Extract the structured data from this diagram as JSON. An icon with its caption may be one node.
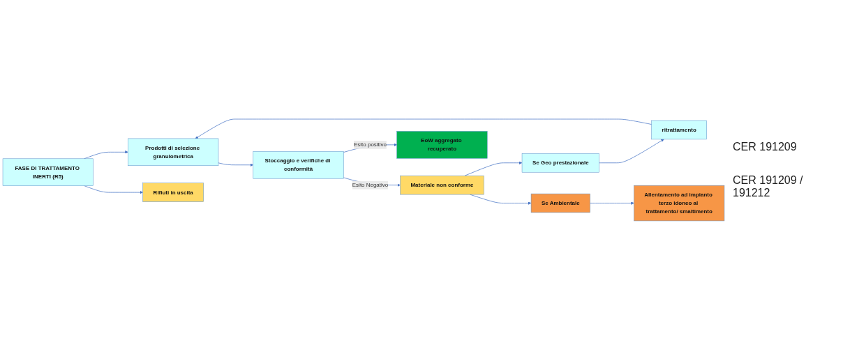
{
  "diagram": {
    "nodes": [
      {
        "text": [
          "FASE DI TRATTAMENTO INERTI (R5)"
        ]
      },
      {
        "text": [
          "Prodotti di selezione granulometrica"
        ]
      },
      {
        "text": [
          "Stoccaggio e verifiche di conformità"
        ]
      },
      {
        "text": [
          "Materiale non conforme"
        ]
      },
      {
        "text": [
          "Se Geo prestazionale"
        ]
      },
      {
        "text": [
          "ritrattamento"
        ]
      },
      {
        "text": [
          "Se Ambientale"
        ]
      },
      {
        "text": [
          "Allentamento ad impianto terzo idoneo al trattamento/ smaltimento"
        ]
      },
      {
        "text": [
          "Rifiuti in uscita"
        ]
      },
      {
        "text": [
          "EoW aggregato recuperato"
        ]
      }
    ],
    "edges": [
      {
        "from": 0,
        "to": 1,
        "arrow": "to"
      },
      {
        "from": 0,
        "to": 8,
        "arrow": "to"
      },
      {
        "from": 1,
        "to": 2,
        "arrow": "to"
      },
      {
        "from": 2,
        "to": 3,
        "arrow": "to",
        "label": "Esito Negativo"
      },
      {
        "from": 2,
        "to": 9,
        "arrow": "to",
        "label": "Esito positivo"
      },
      {
        "from": 3,
        "to": 4,
        "arrow": "to"
      },
      {
        "from": 3,
        "to": 6,
        "arrow": "to"
      },
      {
        "from": 4,
        "to": 5,
        "arrow": "to"
      },
      {
        "from": 5,
        "to": 1,
        "arrow": "to"
      },
      {
        "from": 6,
        "to": 7,
        "arrow": "to"
      }
    ],
    "labels": [
      "CER 191209",
      "CER 191209 / 191212"
    ]
  }
}
